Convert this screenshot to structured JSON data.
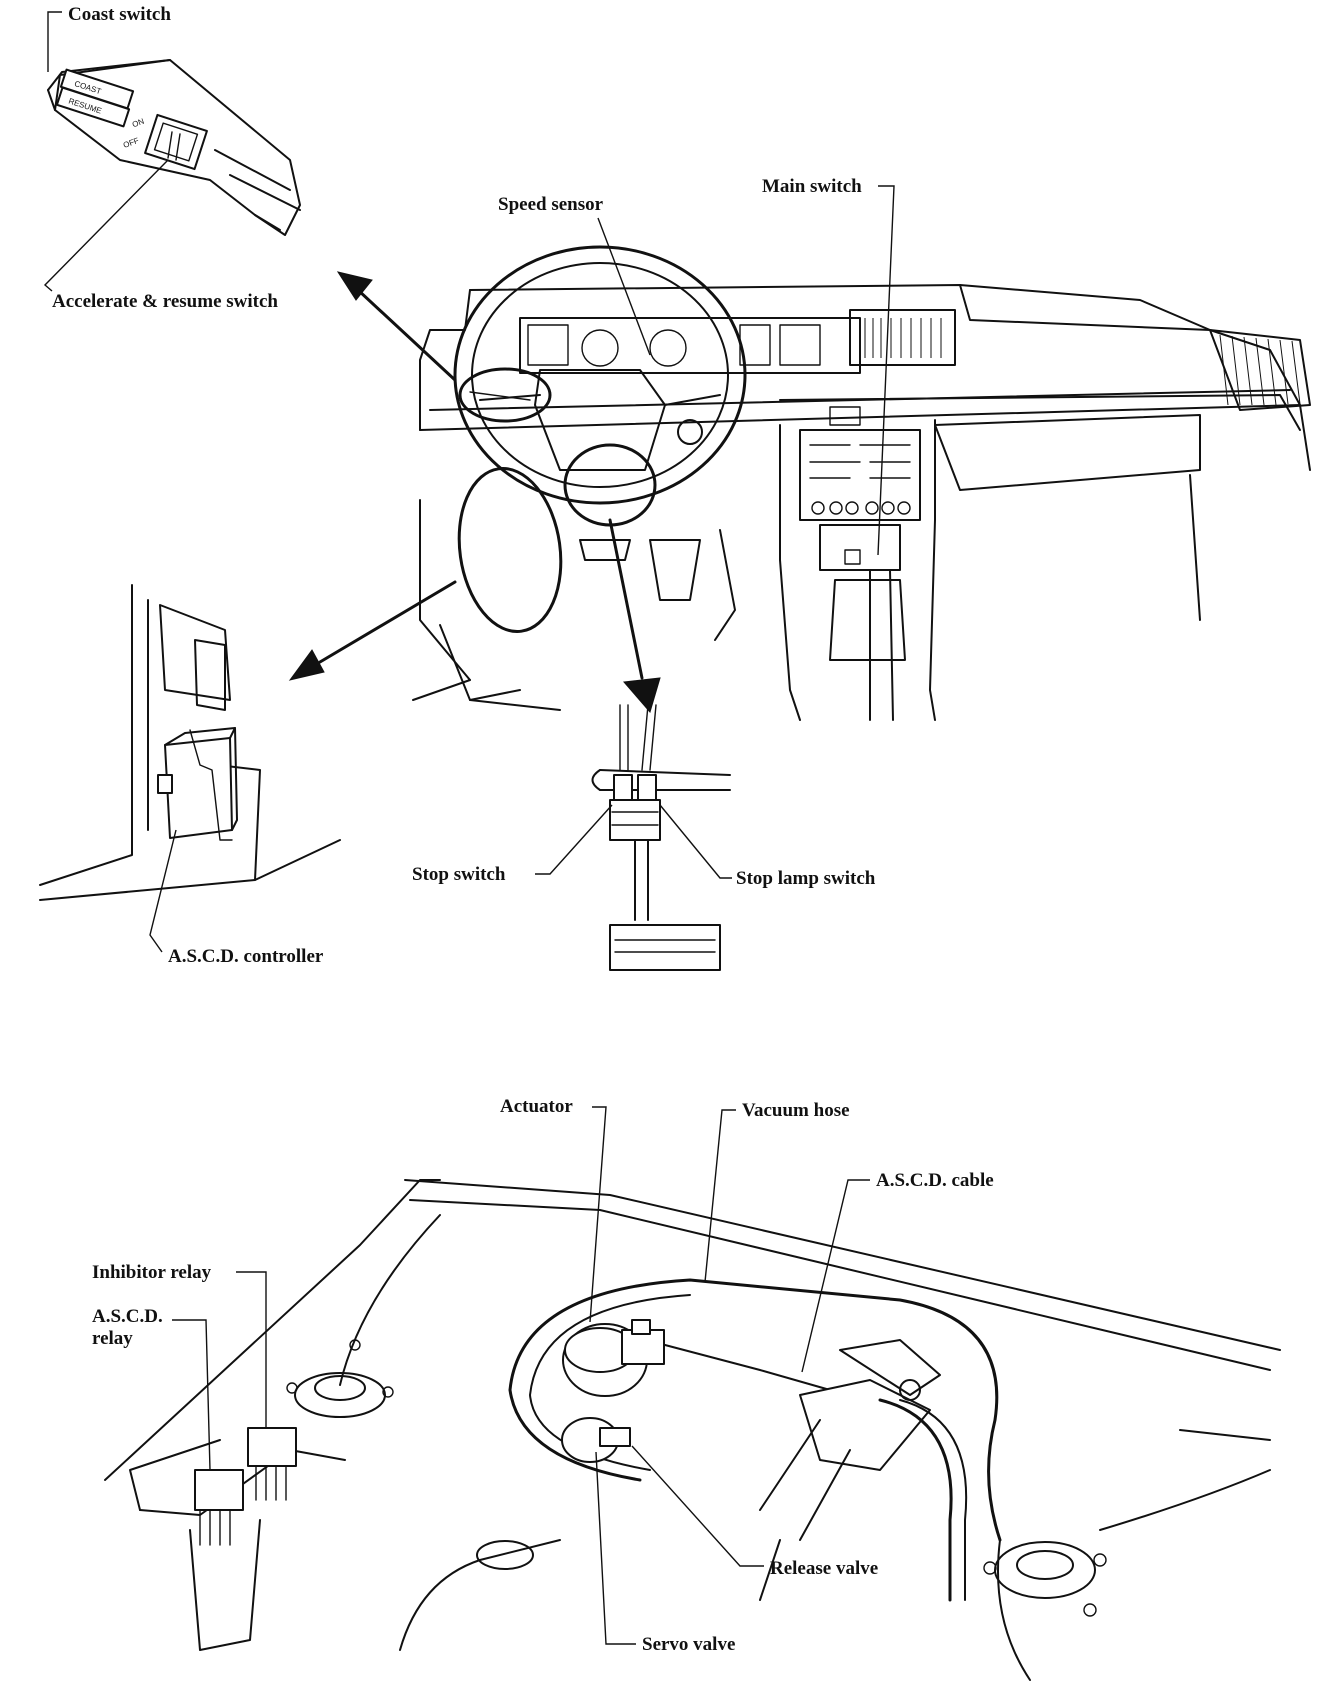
{
  "labels": {
    "coast_switch": "Coast switch",
    "accelerate_resume_switch": "Accelerate & resume switch",
    "speed_sensor": "Speed sensor",
    "main_switch": "Main switch",
    "ascd_controller": "A.S.C.D. controller",
    "stop_switch": "Stop switch",
    "stop_lamp_switch": "Stop lamp switch",
    "actuator": "Actuator",
    "vacuum_hose": "Vacuum hose",
    "ascd_cable": "A.S.C.D. cable",
    "inhibitor_relay": "Inhibitor relay",
    "ascd_relay_line1": "A.S.C.D.",
    "ascd_relay_line2": "relay",
    "release_valve": "Release valve",
    "servo_valve": "Servo valve"
  },
  "switch_lettering": {
    "coast": "COAST",
    "resume": "RESUME",
    "on": "ON",
    "off": "OFF"
  },
  "colors": {
    "ink": "#111111",
    "paper": "#ffffff"
  }
}
